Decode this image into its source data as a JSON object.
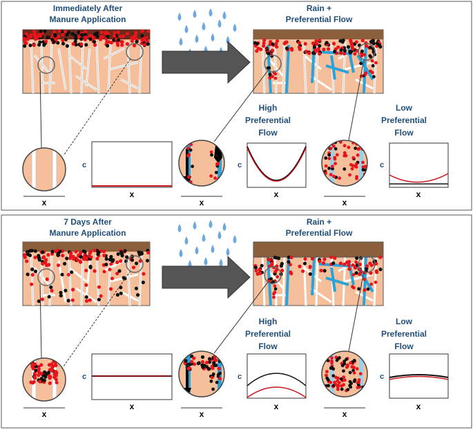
{
  "panels": [
    {
      "left_title_line1": "Immediately After",
      "left_title_line2": "Manure Application",
      "right_title_line1": "Rain +",
      "right_title_line2": "Preferential Flow",
      "high_label_line1": "High",
      "high_label_line2": "Preferential",
      "high_label_line3": "Flow",
      "low_label_line1": "Low",
      "low_label_line2": "Preferential",
      "low_label_line3": "Flow",
      "c_label": "c",
      "x_label": "x"
    },
    {
      "left_title_line1": "7 Days After",
      "left_title_line2": "Manure Application",
      "right_title_line1": "Rain +",
      "right_title_line2": "Preferential Flow",
      "high_label_line1": "High",
      "high_label_line2": "Preferential",
      "high_label_line3": "Flow",
      "low_label_line1": "Low",
      "low_label_line2": "Preferential",
      "low_label_line3": "Flow",
      "c_label": "c",
      "x_label": "x"
    }
  ],
  "colors": {
    "soil": "#f4bf9a",
    "manure": "#8b5e3c",
    "root": "#e3e3e3",
    "water": "#29a3d9",
    "drop": "#6ea8dc",
    "red_dot": "#e8141b",
    "black_dot": "#111111",
    "arrow": "#555555",
    "text": "#1f4e79"
  }
}
